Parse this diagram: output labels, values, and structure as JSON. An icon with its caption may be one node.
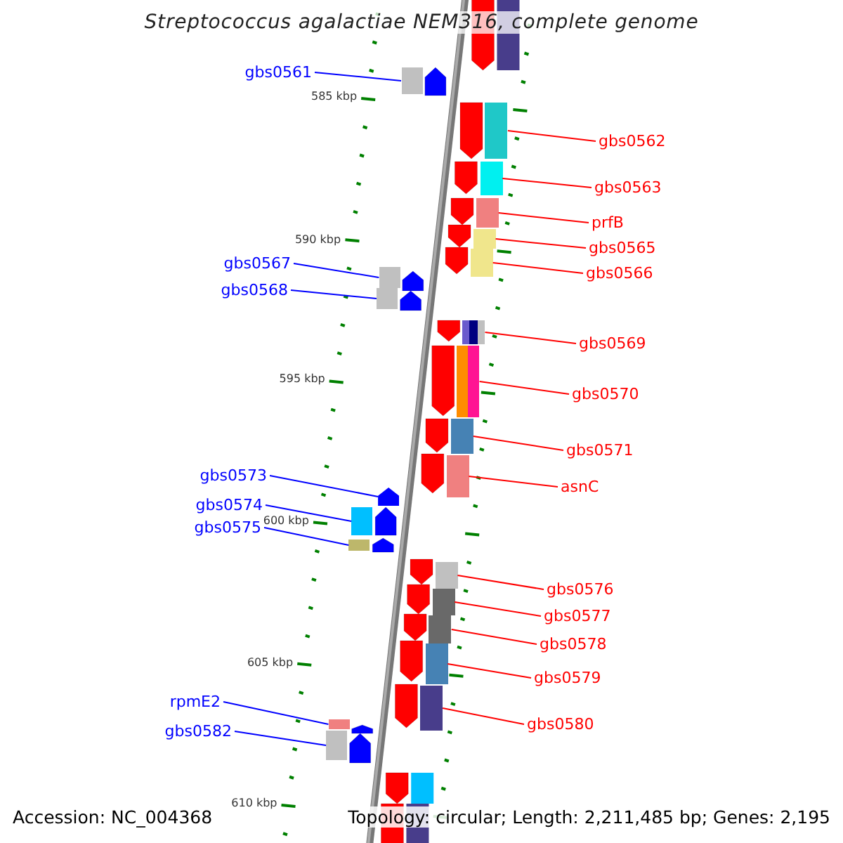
{
  "diagram": {
    "title": "Streptococcus agalactiae NEM316, complete genome",
    "nodes": [
      {
        "text": [
          "gbs0561"
        ]
      },
      {
        "text": [],
        "shape": "box"
      },
      {
        "text": [
          "gbs0562"
        ]
      },
      {
        "text": [],
        "shape": "box"
      },
      {
        "text": [
          "gbs0563"
        ]
      },
      {
        "text": [],
        "shape": "box"
      },
      {
        "text": [
          "prfB"
        ]
      },
      {
        "text": [],
        "shape": "box"
      },
      {
        "text": [
          "gbs0565"
        ]
      },
      {
        "text": [],
        "shape": "box"
      },
      {
        "text": [
          "gbs0567"
        ]
      },
      {
        "text": [],
        "shape": "box"
      },
      {
        "text": [
          "gbs0566"
        ]
      },
      {
        "text": [],
        "shape": "box"
      },
      {
        "text": [
          "gbs0568"
        ]
      },
      {
        "text": [],
        "shape": "box"
      },
      {
        "text": [
          "gbs0569"
        ]
      },
      {
        "text": [],
        "shape": "box"
      },
      {
        "text": [
          "gbs0570"
        ]
      },
      {
        "text": [],
        "shape": "box"
      },
      {
        "text": [
          "gbs0571"
        ]
      },
      {
        "text": [],
        "shape": "box"
      },
      {
        "text": [
          "gbs0573"
        ]
      },
      {
        "text": [],
        "shape": "pentagon"
      },
      {
        "text": [
          "asnC"
        ]
      },
      {
        "text": [],
        "shape": "box"
      },
      {
        "text": [
          "gbs0574"
        ]
      },
      {
        "text": [],
        "shape": "box"
      },
      {
        "text": [
          "gbs0575"
        ]
      },
      {
        "text": [],
        "shape": "box"
      },
      {
        "text": [
          "gbs0576"
        ]
      },
      {
        "text": [],
        "shape": "box"
      },
      {
        "text": [
          "gbs0577"
        ]
      },
      {
        "text": [],
        "shape": "box"
      },
      {
        "text": [
          "gbs0578"
        ]
      },
      {
        "text": [],
        "shape": "box"
      },
      {
        "text": [
          "gbs0579"
        ]
      },
      {
        "text": [],
        "shape": "box"
      },
      {
        "text": [
          "rpmE2"
        ]
      },
      {
        "text": [],
        "shape": "box"
      },
      {
        "text": [
          "gbs0580"
        ]
      },
      {
        "text": [],
        "shape": "box"
      },
      {
        "text": [
          "gbs0582"
        ]
      },
      {
        "text": [],
        "shape": "box"
      }
    ],
    "edges": [
      {
        "from": 0,
        "to": 1,
        "arrow": "none",
        "color": "#0000ff"
      },
      {
        "from": 2,
        "to": 3,
        "arrow": "none"
      },
      {
        "from": 4,
        "to": 5,
        "arrow": "none"
      },
      {
        "from": 6,
        "to": 7,
        "arrow": "none"
      },
      {
        "from": 8,
        "to": 9,
        "arrow": "none"
      },
      {
        "from": 10,
        "to": 11,
        "arrow": "none",
        "color": "#0000ff"
      },
      {
        "from": 12,
        "to": 13,
        "arrow": "none"
      },
      {
        "from": 14,
        "to": 15,
        "arrow": "none",
        "color": "#0000ff"
      },
      {
        "from": 16,
        "to": 17,
        "arrow": "none"
      },
      {
        "from": 18,
        "to": 19,
        "arrow": "none"
      },
      {
        "from": 20,
        "to": 21,
        "arrow": "none"
      },
      {
        "from": 22,
        "to": 23,
        "arrow": "none",
        "color": "#0000ff"
      },
      {
        "from": 24,
        "to": 25,
        "arrow": "none"
      },
      {
        "from": 26,
        "to": 27,
        "arrow": "none",
        "color": "#0000ff"
      },
      {
        "from": 28,
        "to": 29,
        "arrow": "none",
        "color": "#0000ff"
      },
      {
        "from": 30,
        "to": 31,
        "arrow": "none"
      },
      {
        "from": 32,
        "to": 33,
        "arrow": "none"
      },
      {
        "from": 34,
        "to": 35,
        "arrow": "none"
      },
      {
        "from": 36,
        "to": 37,
        "arrow": "none"
      },
      {
        "from": 38,
        "to": 39,
        "arrow": "none",
        "color": "#0000ff"
      },
      {
        "from": 40,
        "to": 41,
        "arrow": "none"
      },
      {
        "from": 42,
        "to": 43,
        "arrow": "none",
        "color": "#0000ff"
      }
    ],
    "labels": [
      "585 kbp",
      "590 kbp",
      "595 kbp",
      "600 kbp",
      "605 kbp",
      "610 kbp",
      "Accession: NC_004368",
      "Topology: circular; Length: 2,211,485 bp; Genes: 2,195"
    ]
  }
}
